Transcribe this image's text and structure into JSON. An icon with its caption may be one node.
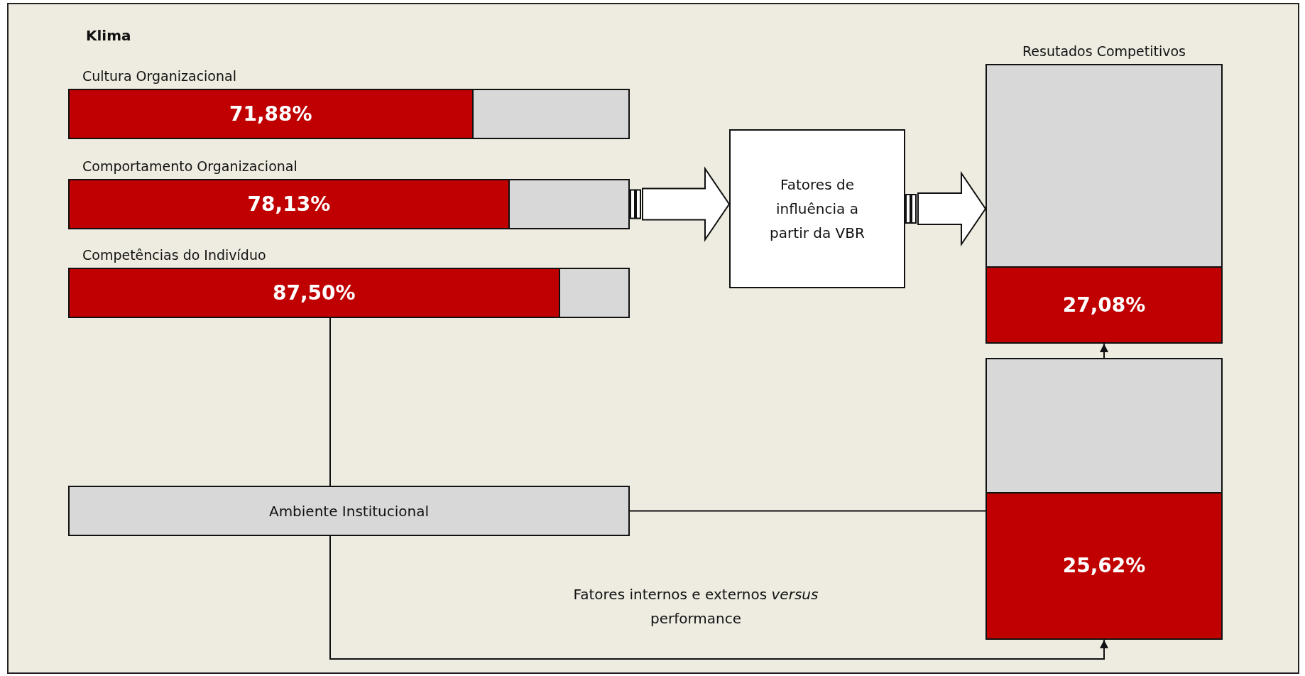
{
  "diagram": {
    "nodes": [
      {
        "text": [
          "Cultura Organizacional",
          "71,88%"
        ]
      },
      {
        "text": [
          "Comportamento Organizacional",
          "78,13%"
        ]
      },
      {
        "text": [
          "Competências do Indivíduo",
          "87,50%"
        ]
      },
      {
        "text": [
          "Fatores de influência a partir da VBR"
        ]
      },
      {
        "text": [
          "Resutados Competitivos",
          "27,08%"
        ]
      },
      {
        "text": [
          "25,62%"
        ]
      },
      {
        "text": [
          "Ambiente Institucional"
        ]
      }
    ],
    "edges": [
      {
        "from": 1,
        "to": 3,
        "arrow": "to",
        "style": "thick"
      },
      {
        "from": 3,
        "to": 4,
        "arrow": "to",
        "style": "thick"
      },
      {
        "from": 2,
        "to": 6,
        "arrow": "none"
      },
      {
        "from": 6,
        "to": 5,
        "arrow": "none"
      },
      {
        "from": 5,
        "to": 4,
        "arrow": "to"
      },
      {
        "from": 6,
        "to": 5,
        "arrow": "to"
      }
    ],
    "labels": [
      "Klima",
      "Fatores internos e externos *versus* performance"
    ]
  }
}
